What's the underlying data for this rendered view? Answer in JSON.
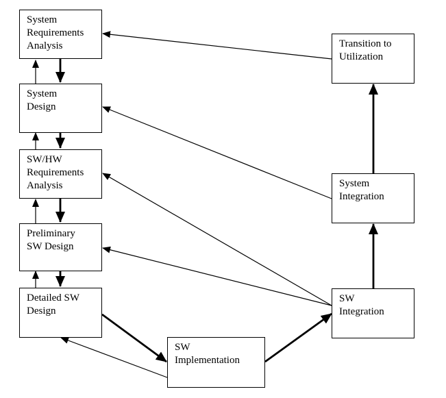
{
  "diagram": {
    "nodes": {
      "sys_req": {
        "lines": [
          "System",
          "Requirements",
          "Analysis"
        ]
      },
      "sys_design": {
        "lines": [
          "System",
          "Design"
        ]
      },
      "swhw_req": {
        "lines": [
          "SW/HW",
          "Requirements",
          "Analysis"
        ]
      },
      "prelim_sw": {
        "lines": [
          "Preliminary",
          "SW Design"
        ]
      },
      "detailed_sw": {
        "lines": [
          "Detailed SW",
          "Design"
        ]
      },
      "sw_impl": {
        "lines": [
          "SW",
          "Implementation"
        ]
      },
      "sw_integ": {
        "lines": [
          "SW",
          "Integration"
        ]
      },
      "sys_integ": {
        "lines": [
          "System",
          "Integration"
        ]
      },
      "transition": {
        "lines": [
          "Transition to",
          "Utilization"
        ]
      }
    }
  }
}
